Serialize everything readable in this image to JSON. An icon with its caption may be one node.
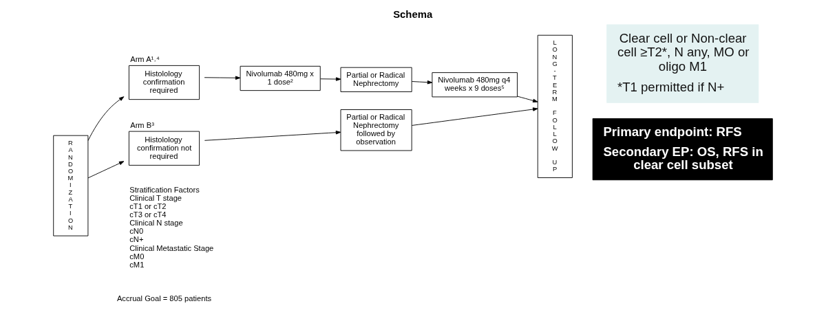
{
  "diagram": {
    "title": "Schema",
    "nodes": [
      {
        "text": [
          "RANDOMIZATION"
        ]
      },
      {
        "text": [
          "Histolology confirmation required"
        ],
        "beside": [
          "Arm A¹˒⁴"
        ]
      },
      {
        "text": [
          "Nivolumab 480mg x 1 dose²"
        ]
      },
      {
        "text": [
          "Partial or Radical Nephrectomy"
        ]
      },
      {
        "text": [
          "Nivolumab 480mg q4 weeks x 9 doses⁵"
        ]
      },
      {
        "text": [
          "LONG-TERM FOLLOW UP"
        ]
      },
      {
        "text": [
          "Histolology confirmation not required"
        ],
        "beside": [
          "Arm B³"
        ]
      },
      {
        "text": [
          "Partial or Radical Nephrectomy followed by observation"
        ]
      },
      {
        "text": [
          "Clear cell or Non-clear cell ≥T2*, N any, MO or oligo M1",
          "*T1 permitted if N+"
        ]
      },
      {
        "text": [
          "Primary endpoint: RFS",
          "Secondary EP: OS, RFS in clear cell subset"
        ]
      }
    ],
    "edges": [
      {
        "from": 0,
        "to": 1,
        "arrow": "to"
      },
      {
        "from": 1,
        "to": 2,
        "arrow": "to"
      },
      {
        "from": 2,
        "to": 3,
        "arrow": "to"
      },
      {
        "from": 3,
        "to": 4,
        "arrow": "to"
      },
      {
        "from": 4,
        "to": 5,
        "arrow": "to"
      },
      {
        "from": 0,
        "to": 6,
        "arrow": "to"
      },
      {
        "from": 6,
        "to": 7,
        "arrow": "to"
      },
      {
        "from": 7,
        "to": 5,
        "arrow": "to"
      }
    ],
    "labels": [
      "Stratification Factors",
      "Clinical T stage",
      "cT1 or cT2",
      "cT3 or cT4",
      "Clinical N stage",
      "cN0",
      "cN+",
      "Clinical Metastatic Stage",
      "cM0",
      "cM1",
      "Accrual Goal = 805 patients"
    ]
  }
}
